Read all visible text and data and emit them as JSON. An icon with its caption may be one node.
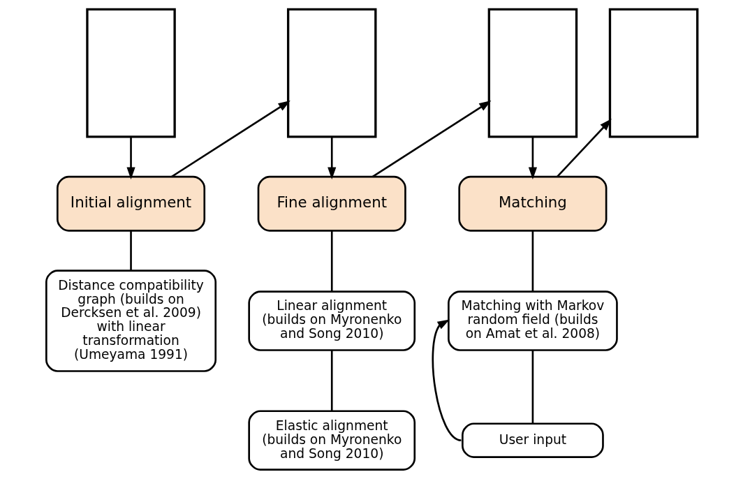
{
  "diagram": {
    "nodes": [
      {
        "text": [],
        "shape": "box"
      },
      {
        "text": [],
        "shape": "box"
      },
      {
        "text": [],
        "shape": "box"
      },
      {
        "text": [],
        "shape": "box"
      },
      {
        "text": [
          "Initial alignment"
        ]
      },
      {
        "text": [
          "Fine alignment"
        ]
      },
      {
        "text": [
          "Matching"
        ]
      },
      {
        "text": [
          "Distance compatibility graph (builds on Dercksen et al. 2009) with linear transformation (Umeyama 1991)"
        ]
      },
      {
        "text": [
          "Linear alignment (builds on Myronenko and Song 2010)"
        ]
      },
      {
        "text": [
          "Elastic alignment (builds on Myronenko and Song 2010)"
        ]
      },
      {
        "text": [
          "Matching with Markov random field (builds on Amat et al. 2008)"
        ]
      },
      {
        "text": [
          "User input"
        ]
      }
    ],
    "edges": [
      {
        "from": 0,
        "to": 4,
        "arrow": "to"
      },
      {
        "from": 4,
        "to": 1,
        "arrow": "to"
      },
      {
        "from": 1,
        "to": 5,
        "arrow": "to"
      },
      {
        "from": 5,
        "to": 2,
        "arrow": "to"
      },
      {
        "from": 2,
        "to": 6,
        "arrow": "to"
      },
      {
        "from": 6,
        "to": 3,
        "arrow": "to"
      },
      {
        "from": 4,
        "to": 7,
        "arrow": "none"
      },
      {
        "from": 5,
        "to": 8,
        "arrow": "none"
      },
      {
        "from": 8,
        "to": 9,
        "arrow": "none"
      },
      {
        "from": 6,
        "to": 10,
        "arrow": "none"
      },
      {
        "from": 10,
        "to": 11,
        "arrow": "none"
      },
      {
        "from": 11,
        "to": 10,
        "arrow": "to"
      }
    ]
  }
}
